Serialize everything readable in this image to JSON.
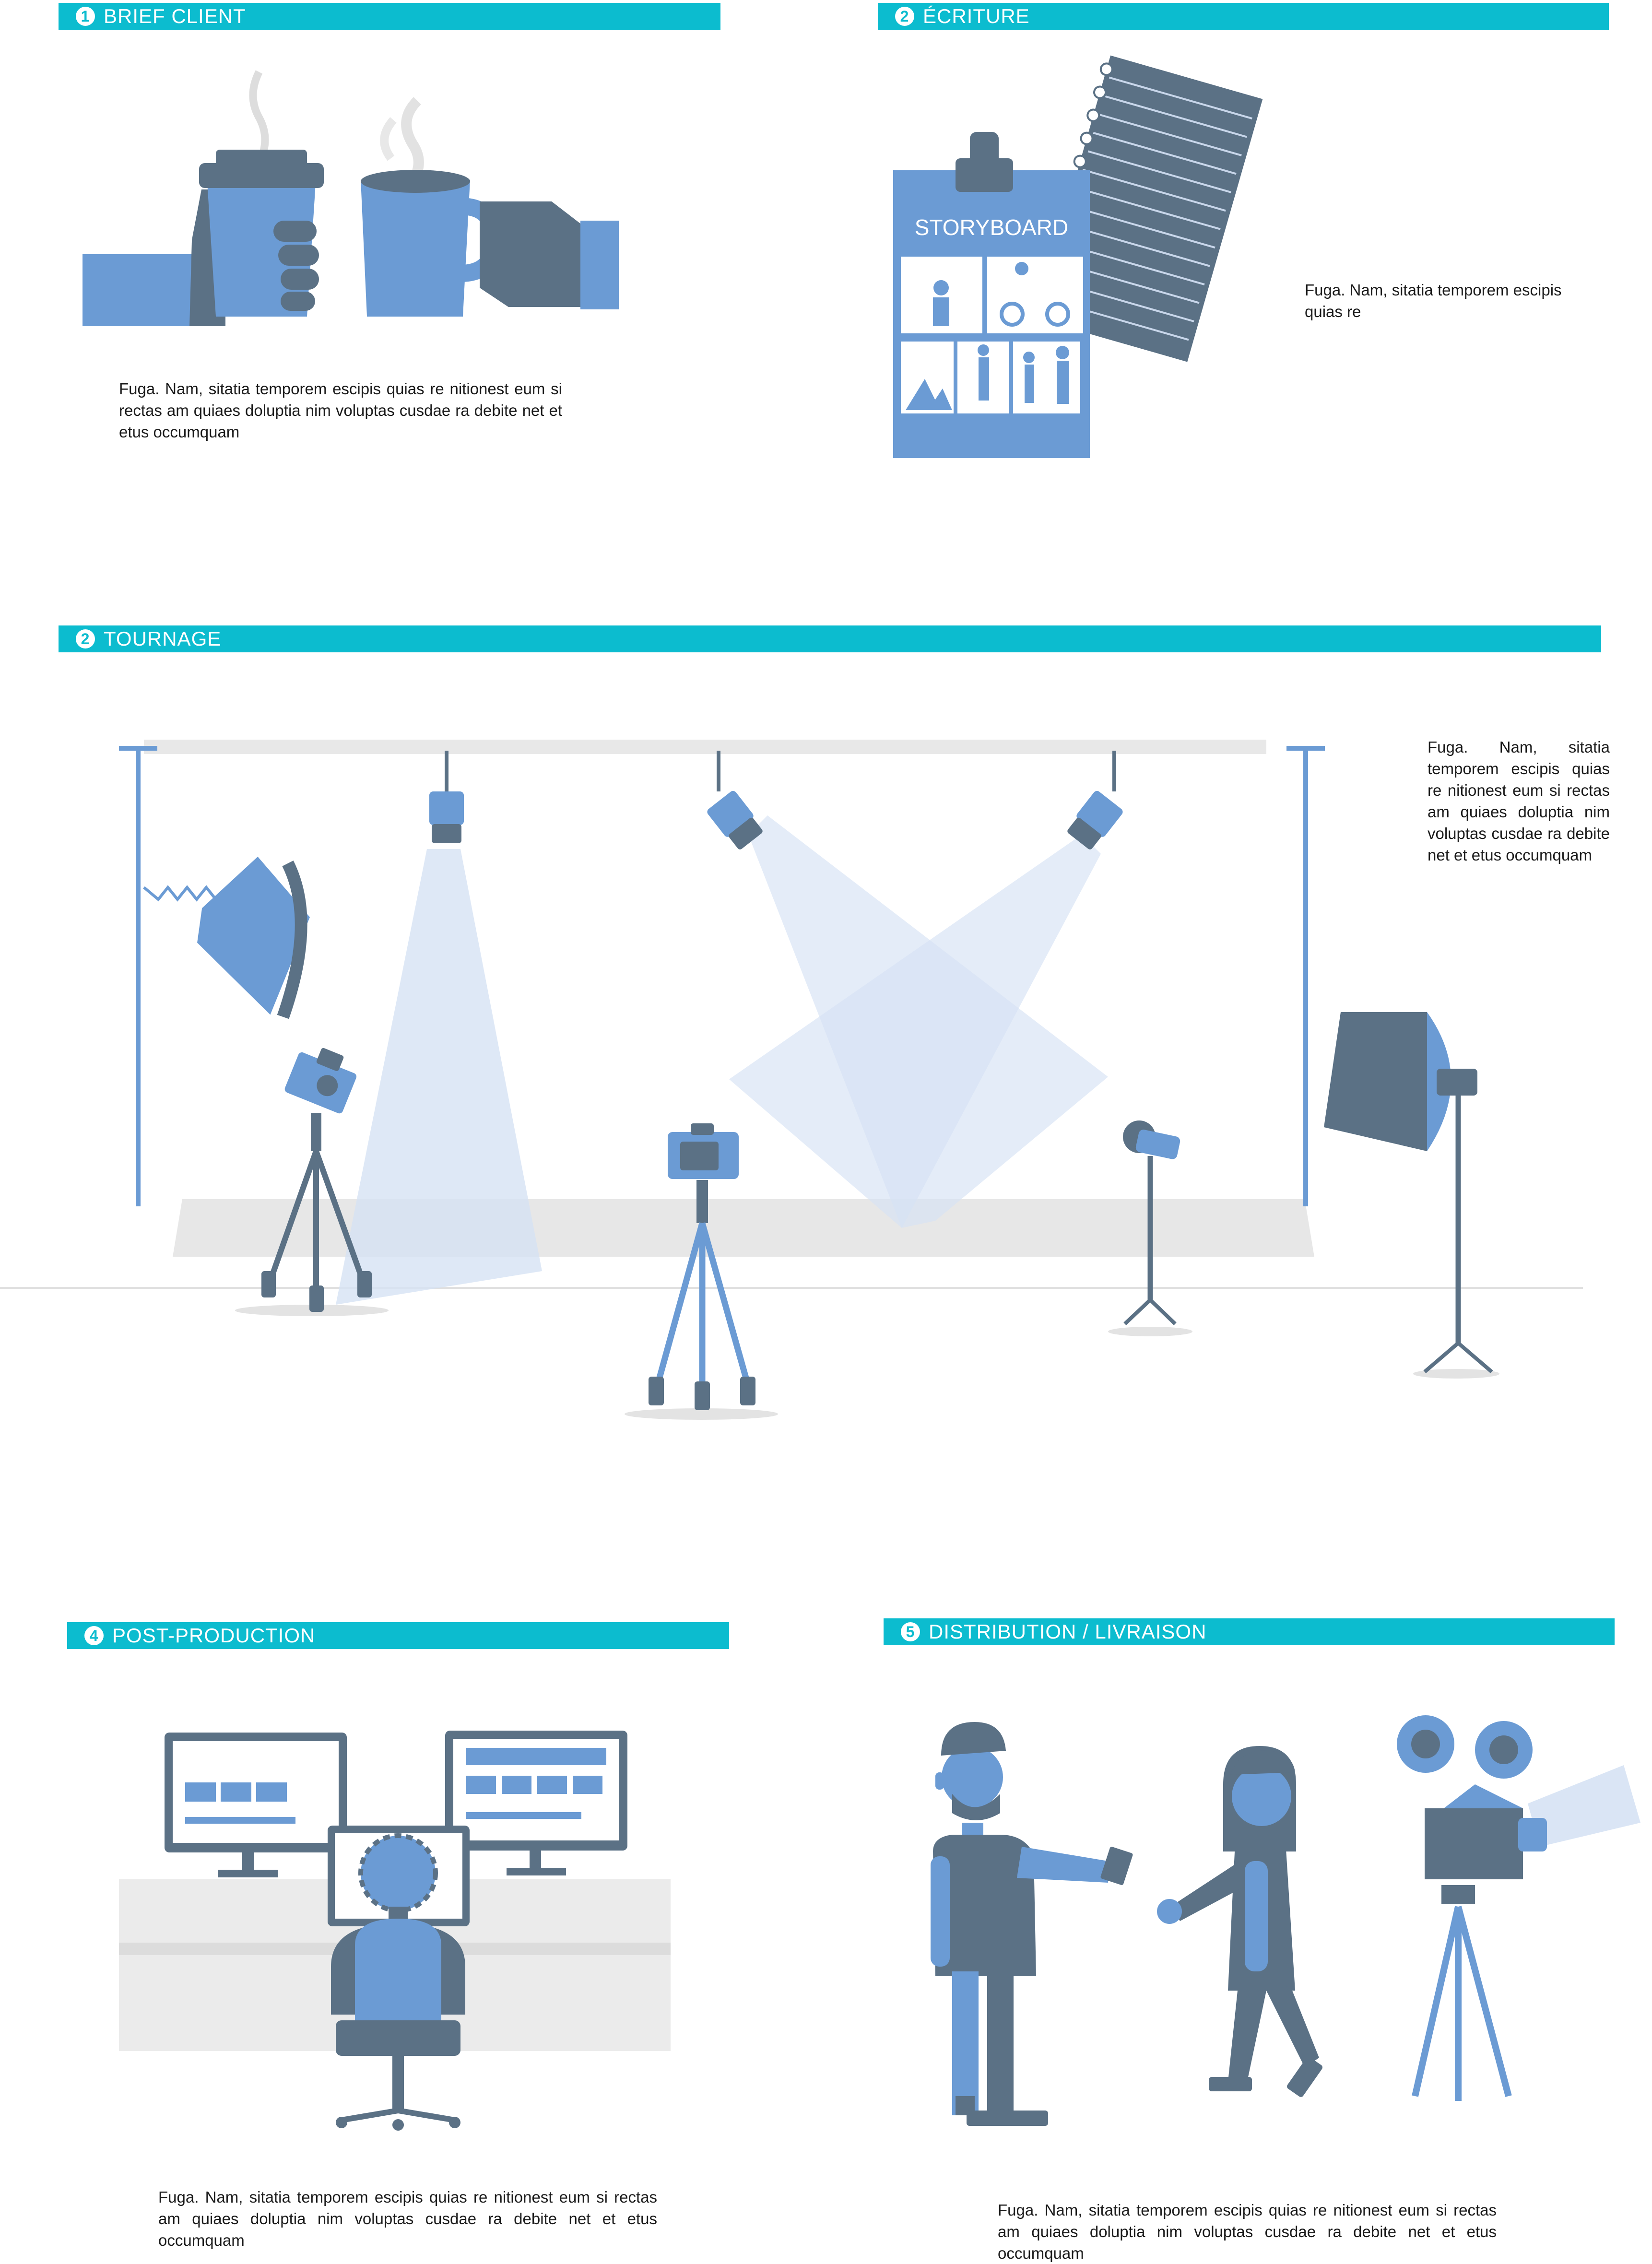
{
  "sections": [
    {
      "number": "1",
      "title": "BRIEF CLIENT"
    },
    {
      "number": "2",
      "title": "ÉCRITURE"
    },
    {
      "number": "2",
      "title": "TOURNAGE"
    },
    {
      "number": "4",
      "title": "POST-PRODUCTION"
    },
    {
      "number": "5",
      "title": "DISTRIBUTION / LIVRAISON"
    }
  ],
  "texts": {
    "brief": "Fuga. Nam, sitatia temporem escipis quias re nitionest eum si rectas am quiaes doluptia nim voluptas cusdae ra debite net et etus occumquam",
    "ecriture": "Fuga. Nam, sitatia temporem escipis quias re",
    "tournage": "Fuga. Nam, sitatia temporem escipis quias re nitionest eum si rectas am quiaes doluptia nim voluptas cusdae ra debite net et etus occumquam",
    "post": "Fuga. Nam, sitatia temporem escipis quias re nitionest eum si rectas am quiaes doluptia nim voluptas cusdae ra debite net et etus  occumquam",
    "distribution": "Fuga. Nam, sitatia temporem escipis quias re nitionest eum si rectas am quiaes doluptia nim voluptas cusdae ra debite net et etus  occumquam"
  },
  "storyboard_label": "STORYBOARD",
  "colors": {
    "accent": "#0cbccf",
    "blue": "#6b9bd4",
    "slate": "#5b7185",
    "light_gray": "#ebebeb",
    "beam": "#dbe6f5"
  }
}
